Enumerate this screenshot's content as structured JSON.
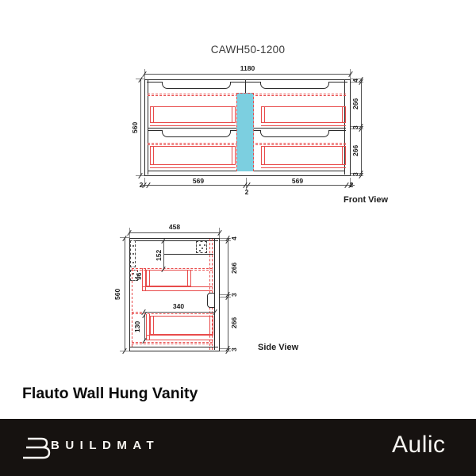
{
  "sheet": {
    "model_code": "CAWH50-1200",
    "product_title": "Flauto Wall Hung Vanity",
    "front_view": {
      "label": "Front View",
      "width_mm": "1180",
      "height_mm": "560",
      "right_dims": [
        "4",
        "266",
        "3",
        "266",
        "3"
      ],
      "bottom_dims": [
        "2",
        "569",
        "2",
        "569",
        "2"
      ]
    },
    "side_view": {
      "label": "Side View",
      "depth_mm": "458",
      "height_mm": "560",
      "right_dims": [
        "4",
        "266",
        "3",
        "266",
        "3"
      ],
      "internal_dims": {
        "top_offset": "152",
        "bracket": "96",
        "drawer_depth": "340",
        "drawer_inner_height": "130"
      }
    },
    "colors": {
      "line": "#2b2b2b",
      "red": "#e84b4b",
      "blue": "#7ccfe0",
      "footer_bg": "#161210",
      "footer_text": "#f7f5f1"
    }
  },
  "footer": {
    "brand": "BUILDMAT",
    "manufacturer": "Aulic",
    "logo": "buildmat-b-logo"
  }
}
